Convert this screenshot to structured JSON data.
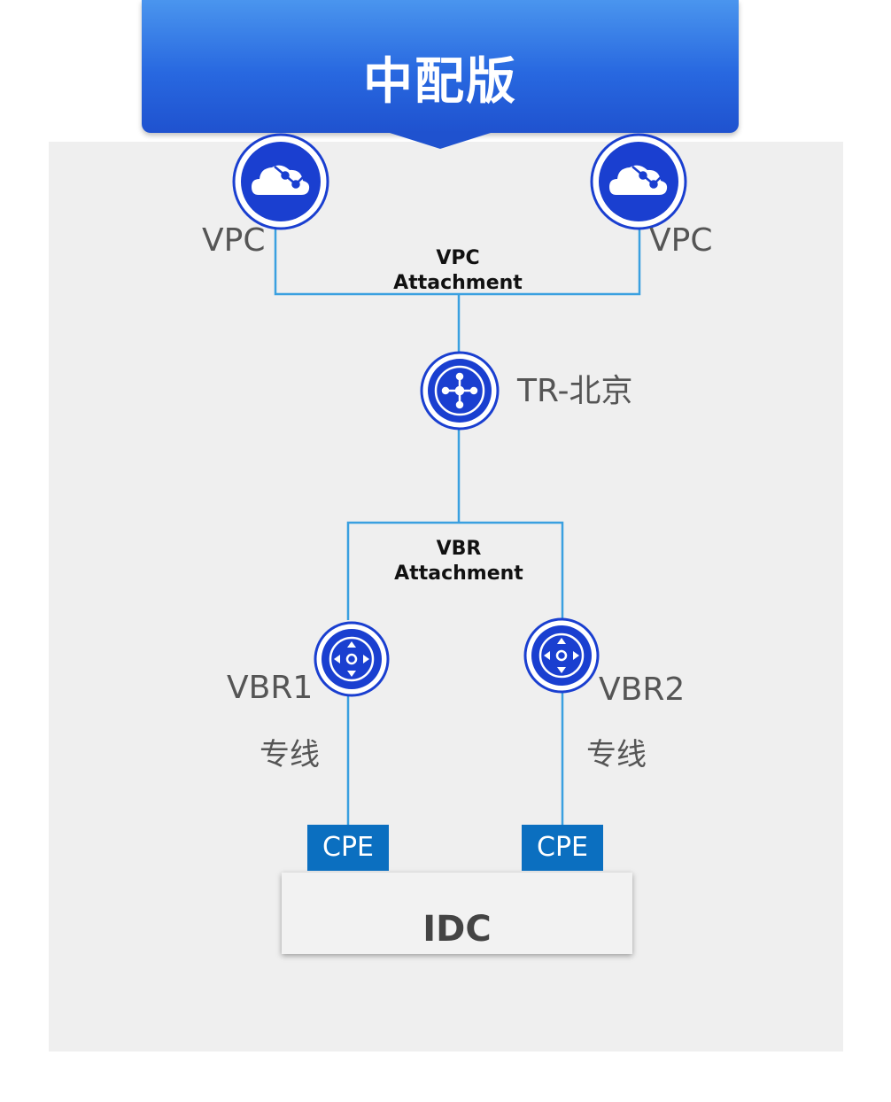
{
  "banner": {
    "title": "中配版"
  },
  "nodes": {
    "vpc_left": {
      "label": "VPC",
      "icon": "cloud-network-icon"
    },
    "vpc_right": {
      "label": "VPC",
      "icon": "cloud-network-icon"
    },
    "tr": {
      "label": "TR-北京",
      "icon": "transit-router-icon"
    },
    "vbr1": {
      "label": "VBR1",
      "icon": "virtual-border-router-icon"
    },
    "vbr2": {
      "label": "VBR2",
      "icon": "virtual-border-router-icon"
    }
  },
  "attachments": {
    "vpc": {
      "line1": "VPC",
      "line2": "Attachment"
    },
    "vbr": {
      "line1": "VBR",
      "line2": "Attachment"
    }
  },
  "links": {
    "left": "专线",
    "right": "专线"
  },
  "cpe": {
    "left": "CPE",
    "right": "CPE"
  },
  "idc": {
    "label": "IDC"
  },
  "colors": {
    "banner": "#2868e0",
    "line": "#3aa0e0",
    "icon_fill": "#1a3fd0",
    "cpe": "#0b6fc0",
    "panel": "#efefef"
  }
}
